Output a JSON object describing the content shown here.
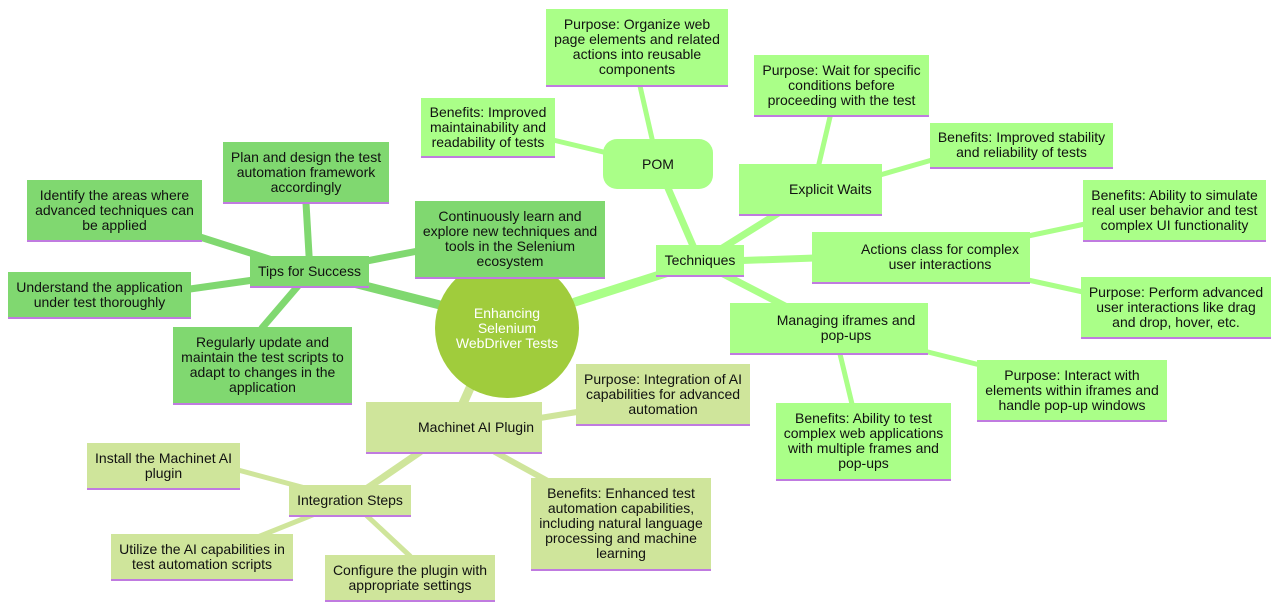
{
  "root": "Enhancing Selenium WebDriver Tests",
  "techniques": {
    "label": "Techniques",
    "pom": {
      "label": "POM",
      "purpose": "Purpose: Organize web page elements and related actions into reusable components",
      "benefits": "Benefits: Improved maintainability and readability of tests"
    },
    "explicit_waits": {
      "label": "Explicit Waits",
      "purpose": "Purpose: Wait for specific conditions before proceeding with the test",
      "benefits": "Benefits: Improved stability and reliability of tests"
    },
    "actions_class": {
      "label": "Actions class for complex user interactions",
      "benefits": "Benefits: Ability to simulate real user behavior and test complex UI functionality",
      "purpose": "Purpose: Perform advanced user interactions like drag and drop, hover, etc."
    },
    "iframes": {
      "label": "Managing iframes and pop-ups",
      "purpose": "Purpose: Interact with elements within iframes and handle pop-up windows",
      "benefits": "Benefits: Ability to test complex web applications with multiple frames and pop-ups"
    }
  },
  "tips": {
    "label": "Tips for Success",
    "items": [
      "Plan and design the test automation framework accordingly",
      "Identify the areas where advanced techniques can be applied",
      "Understand the application under test thoroughly",
      "Regularly update and maintain the test scripts to adapt to changes in the application",
      "Continuously learn and explore new techniques and tools in the Selenium ecosystem"
    ]
  },
  "machinet": {
    "label": "Machinet AI Plugin",
    "purpose": "Purpose: Integration of AI capabilities for advanced automation",
    "benefits": "Benefits: Enhanced test automation capabilities, including natural language processing and machine learning",
    "integration": {
      "label": "Integration Steps",
      "steps": [
        "Install the Machinet AI plugin",
        "Utilize the AI capabilities in test automation scripts",
        "Configure the plugin with appropriate settings"
      ]
    }
  },
  "colors": {
    "techniques": "#aaff88",
    "tips": "#80d870",
    "machinet": "#cfe59b",
    "root": "#a0cc3c",
    "underline": "#c07be0"
  }
}
